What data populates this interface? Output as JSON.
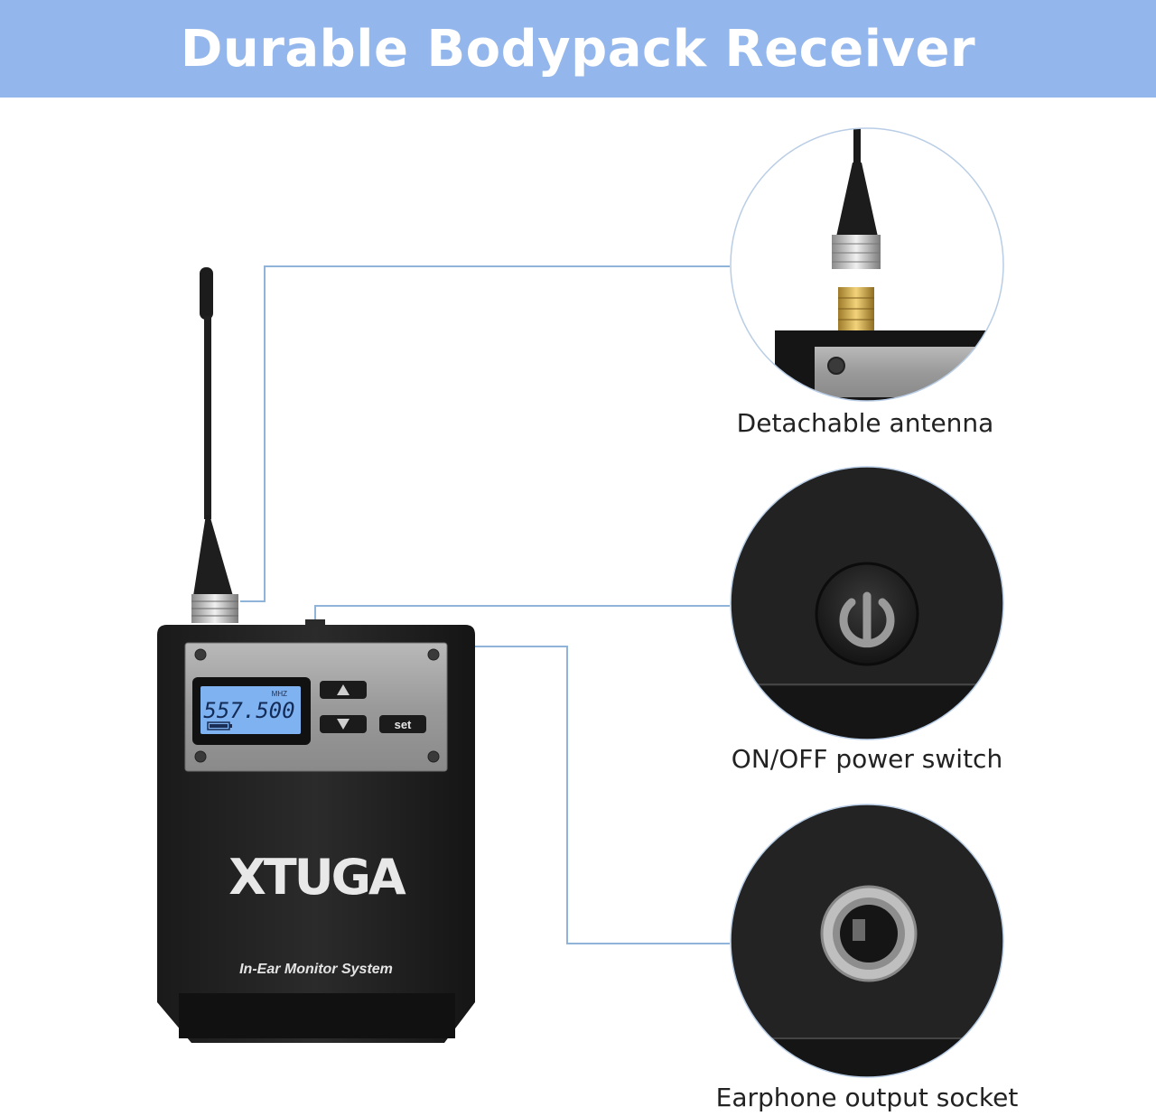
{
  "header": {
    "title": "Durable Bodypack Receiver"
  },
  "device": {
    "frequency": "557.500",
    "unit": "MHZ",
    "set_label": "set",
    "brand": "XTUGA",
    "tagline": "In-Ear Monitor System"
  },
  "callouts": [
    {
      "label": "Detachable antenna"
    },
    {
      "label": "ON/OFF power switch"
    },
    {
      "label": "Earphone output socket"
    }
  ],
  "colors": {
    "banner": "#93b6ec",
    "leader_line": "#8fb3d9"
  }
}
